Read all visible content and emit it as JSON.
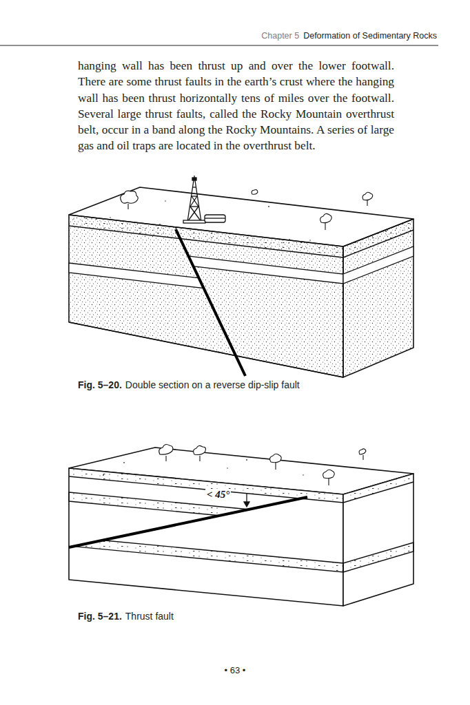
{
  "diagram": {
    "labels": [
      "Chapter 5",
      "Deformation of Sedimentary Rocks",
      "hanging wall has been thrust up and over the lower footwall. There are some thrust faults in the earth’s crust where the hanging wall has been thrust horizontally tens of miles over the footwall. Several large thrust faults, called the Rocky Mountain overthrust belt, occur in a band along the Rocky Mountains. A series of large gas and oil traps are located in the overthrust belt.",
      "Fig. 5–20.",
      "Double section on a reverse dip-slip fault",
      "< 45°",
      "Fig. 5–21.",
      "Thrust fault",
      "• 63 •"
    ]
  }
}
